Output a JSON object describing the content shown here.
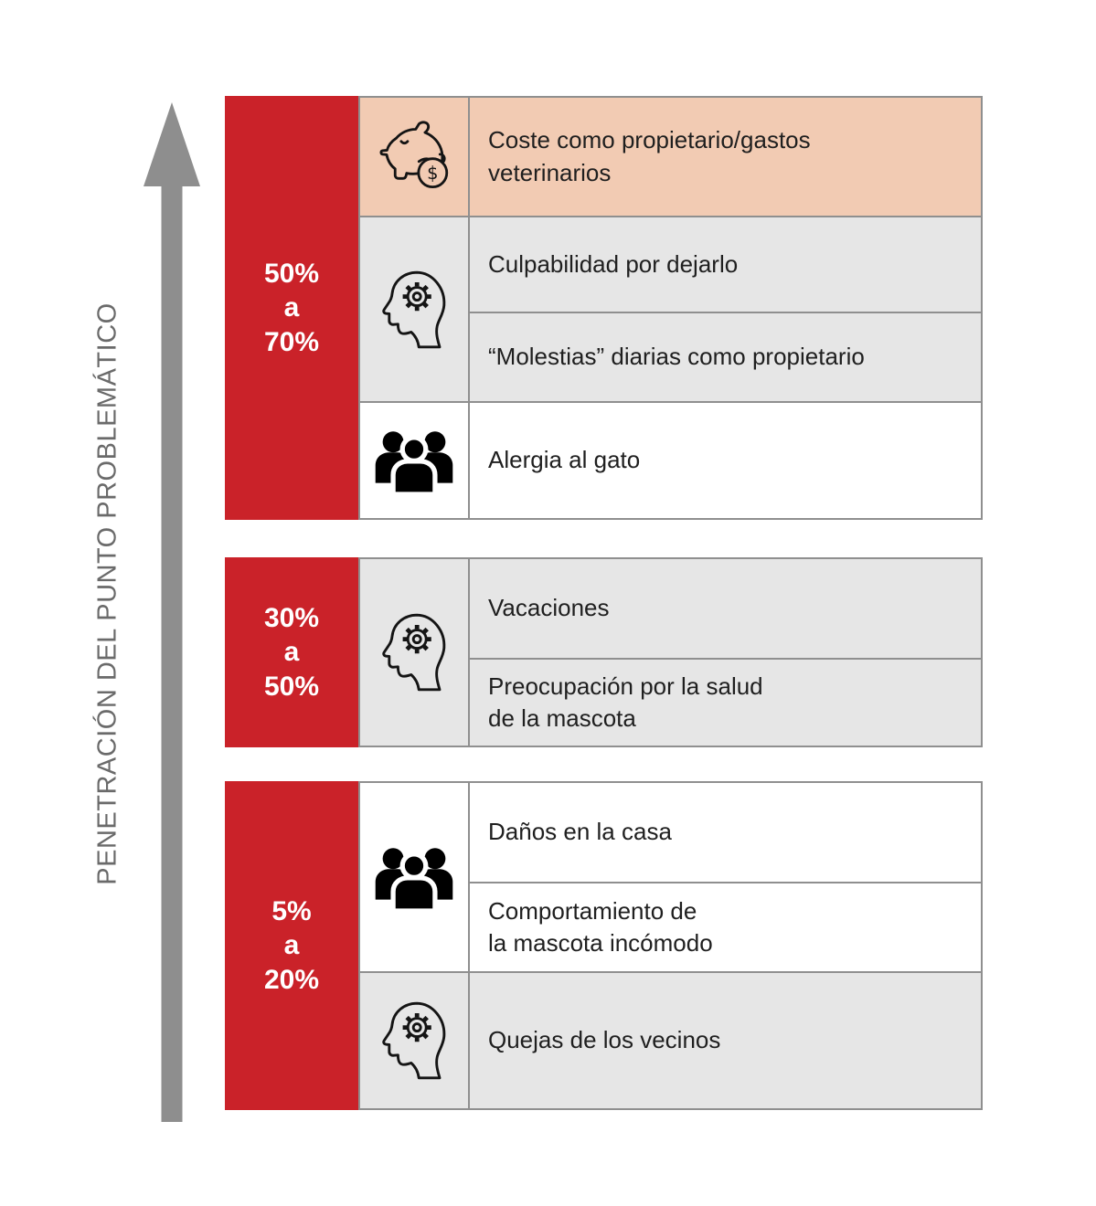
{
  "y_axis": {
    "label": "PENETRACIÓN DEL PUNTO PROBLEMÁTICO"
  },
  "colors": {
    "tier_red": "#ca2229",
    "highlight_peach": "#f2cbb3",
    "row_gray": "#e6e6e6",
    "row_white": "#ffffff",
    "cell_border": "#8f8f8f",
    "arrow_gray": "#8e8e8e",
    "axis_text": "#6a6a6a",
    "body_text": "#1f1f1f"
  },
  "icons": [
    "piggy-bank-icon",
    "head-gear-icon",
    "people-icon"
  ],
  "tiers": [
    {
      "range": "50%\na\n70%",
      "groups": [
        {
          "icon": "piggy-bank-icon",
          "items": [
            "Coste como propietario/gastos\nveterinarios"
          ]
        },
        {
          "icon": "head-gear-icon",
          "items": [
            "Culpabilidad por dejarlo",
            "“Molestias” diarias como propietario"
          ]
        },
        {
          "icon": "people-icon",
          "items": [
            "Alergia al gato"
          ]
        }
      ]
    },
    {
      "range": "30%\na\n50%",
      "groups": [
        {
          "icon": "head-gear-icon",
          "items": [
            "Vacaciones",
            "Preocupación por la salud\nde la mascota"
          ]
        }
      ]
    },
    {
      "range": "5%\na\n20%",
      "groups": [
        {
          "icon": "people-icon",
          "items": [
            "Daños en la casa",
            "Comportamiento de\nla mascota incómodo"
          ]
        },
        {
          "icon": "head-gear-icon",
          "items": [
            "Quejas de los vecinos"
          ]
        }
      ]
    }
  ]
}
